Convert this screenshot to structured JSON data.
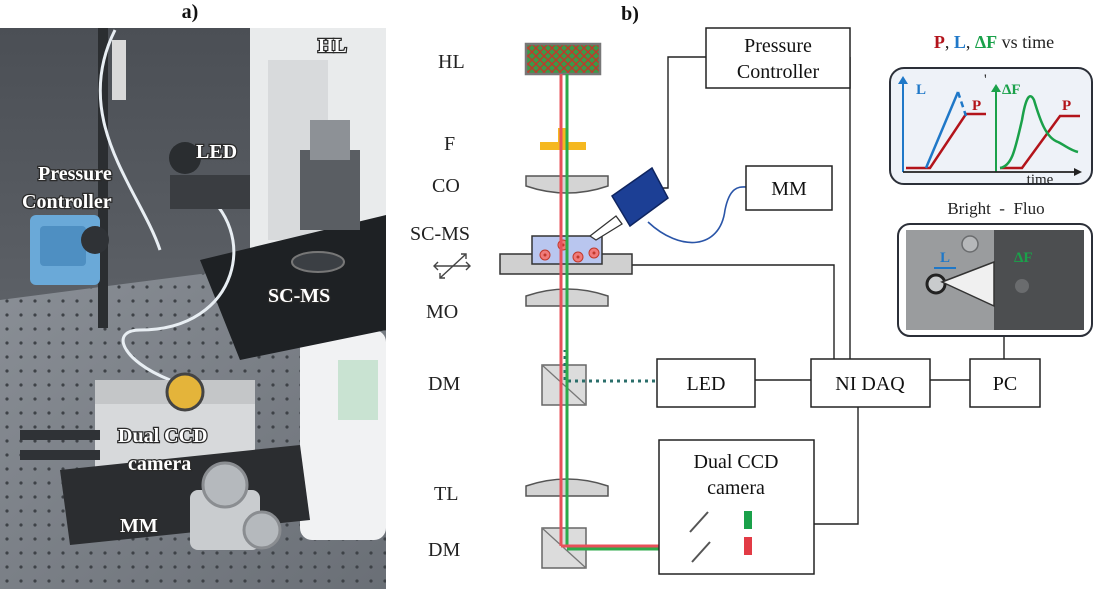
{
  "panels": {
    "a": "a)",
    "b": "b)"
  },
  "photo_labels": {
    "hl": "HL",
    "led": "LED",
    "pressure_line1": "Pressure",
    "pressure_line2": "Controller",
    "scms": "SC-MS",
    "ccd_line1": "Dual CCD",
    "ccd_line2": "camera",
    "mm": "MM"
  },
  "optics_labels": {
    "hl": "HL",
    "f": "F",
    "co": "CO",
    "scms": "SC-MS",
    "mo": "MO",
    "dm1": "DM",
    "tl": "TL",
    "dm2": "DM"
  },
  "boxes": {
    "pressure_line1": "Pressure",
    "pressure_line2": "Controller",
    "mm": "MM",
    "led": "LED",
    "nidaq": "NI DAQ",
    "pc": "PC",
    "ccd_line1": "Dual CCD",
    "ccd_line2": "camera"
  },
  "inset_plot": {
    "title_p": "P",
    "title_sep1": ", ",
    "title_l": "L",
    "title_sep2": ", ",
    "title_df": "ΔF",
    "title_rest": " vs time",
    "axis_l": "L",
    "axis_df": "ΔF",
    "mark_p1": "P",
    "mark_p2": "P",
    "time": "time",
    "tick_mark": "'"
  },
  "inset_image": {
    "caption": "Bright  -  Fluo",
    "l": "L",
    "df": "ΔF"
  },
  "colors": {
    "p_red": "#b3141b",
    "l_blue": "#1f78c8",
    "df_green": "#1aa14a",
    "laser_red": "#e8505a",
    "laser_green": "#2daa4a",
    "dotted": "#2a6e6a",
    "motor_blue": "#1c3f95"
  }
}
